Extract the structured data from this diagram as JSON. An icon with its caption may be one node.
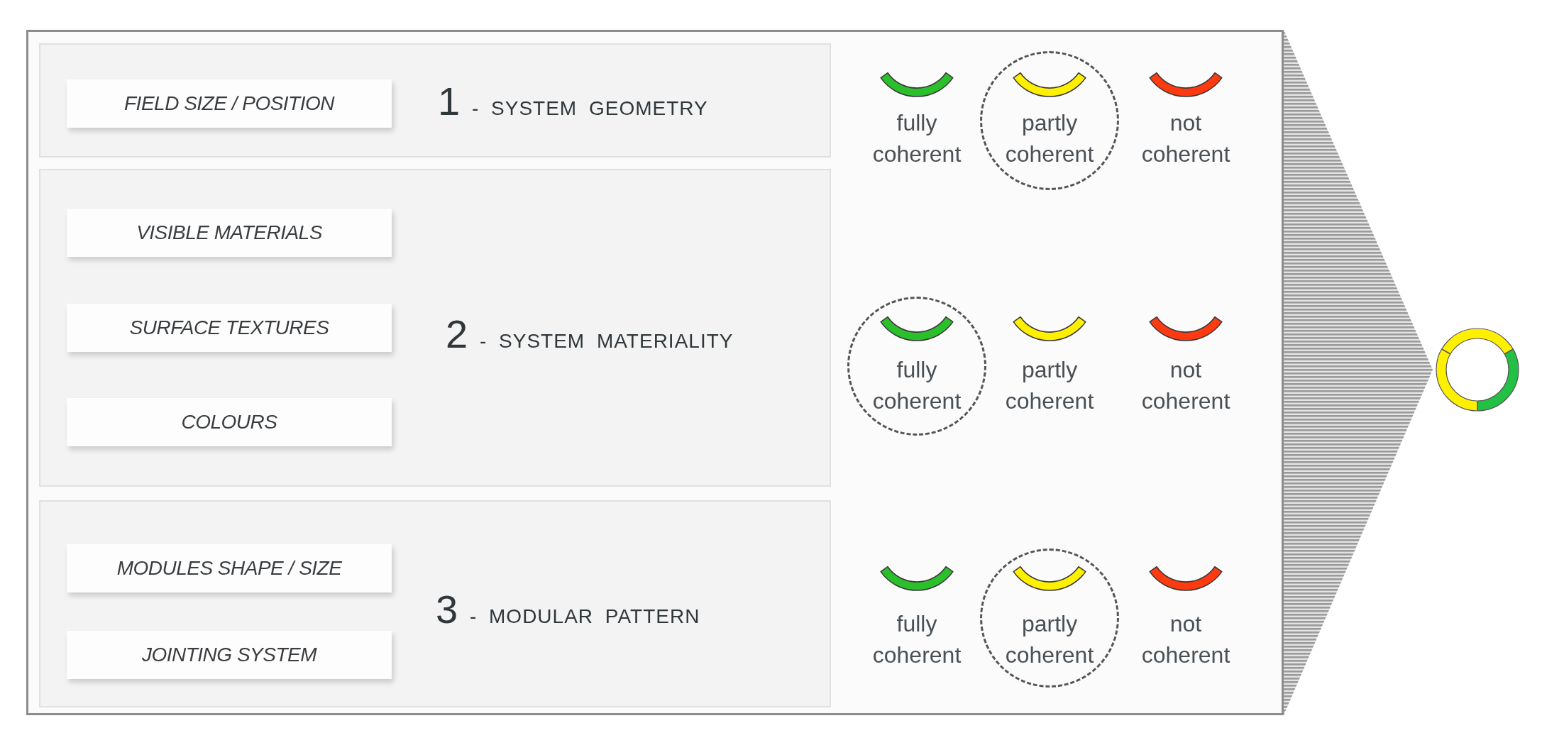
{
  "diagram": {
    "nodes": [
      {
        "text": [],
        "shape": "box"
      },
      {
        "text": [
          "1 - SYSTEM GEOMETRY"
        ],
        "in": 0
      },
      {
        "text": [
          "FIELD SIZE / POSITION"
        ],
        "in": 1
      },
      {
        "text": [
          "partly coherent"
        ],
        "in": 0
      },
      {
        "text": [
          "2 - SYSTEM MATERIALITY"
        ],
        "in": 0
      },
      {
        "text": [
          "VISIBLE MATERIALS"
        ],
        "in": 4
      },
      {
        "text": [
          "SURFACE TEXTURES"
        ],
        "in": 4
      },
      {
        "text": [
          "COLOURS"
        ],
        "in": 4
      },
      {
        "text": [
          "fully coherent"
        ],
        "in": 0
      },
      {
        "text": [
          "3 - MODULAR PATTERN"
        ],
        "in": 0
      },
      {
        "text": [
          "MODULES SHAPE / SIZE"
        ],
        "in": 9
      },
      {
        "text": [
          "JOINTING SYSTEM"
        ],
        "in": 9
      },
      {
        "text": [
          "partly coherent"
        ],
        "in": 0
      },
      {
        "text": [],
        "shape": "circle"
      }
    ],
    "edges": [
      {
        "from": 0,
        "to": 13,
        "arrow": "to"
      }
    ],
    "labels": [
      "fully coherent",
      "not coherent",
      "partly coherent",
      "not coherent",
      "fully coherent",
      "not coherent"
    ]
  }
}
